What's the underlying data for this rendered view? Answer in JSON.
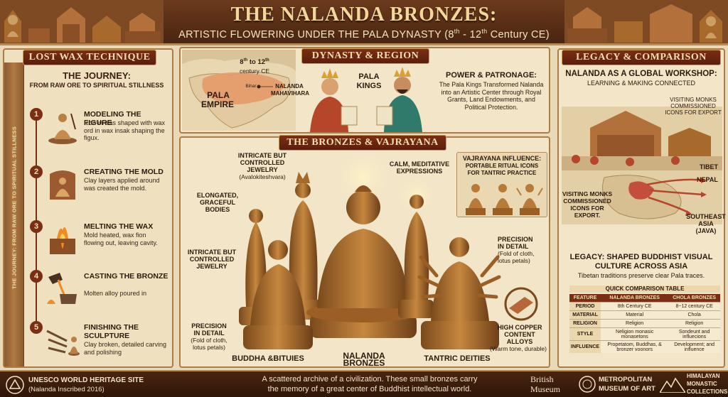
{
  "header": {
    "title": "THE NALANDA BRONZES:",
    "subtitle_main": "ARTISTIC FLOWERING UNDER THE PALA DYNASTY (8",
    "subtitle_sup1": "th",
    "subtitle_mid": " - 12",
    "subtitle_sup2": "th",
    "subtitle_end": " Century CE)"
  },
  "left": {
    "banner": "LOST WAX TECHNIQUE",
    "journey_title": "THE JOURNEY:",
    "journey_sub": "FROM RAW ORE TO SPIRITUAL STILLNESS",
    "pillar_text": "THE JOURNEY: FROM RAW ORE TO SPIRITUAL STILLNESS",
    "steps": [
      {
        "num": "1",
        "title": "MODELING THE FIGURE",
        "desc": "Icon in was shaped with wax ord in wax insak shaping the figux."
      },
      {
        "num": "2",
        "title": "CREATING THE MOLD",
        "desc": "Clay layers applied around was created the mold."
      },
      {
        "num": "3",
        "title": "MELTING THE WAX",
        "desc": "Mold heated, wax fion flowing out, leaving cavity."
      },
      {
        "num": "4",
        "title": "CASTING THE BRONZE",
        "desc": "Molten alloy poured in"
      },
      {
        "num": "5",
        "title": "FINISHING THE SCULPTURE",
        "desc": "Clay broken, detailed carving and polishing"
      }
    ]
  },
  "dynasty": {
    "banner": "DYNASTY & REGION",
    "era": "8th to 12th century CE",
    "era_line1": "8",
    "era_sup1": "th",
    "era_to": " to 12",
    "era_sup2": "th",
    "era_line2": "century CE",
    "map_label_bihar": "Bihar",
    "map_label_pala": "PALA",
    "map_label_empire": "EMPIRE",
    "map_label_nalanda1": "NALANDA",
    "map_label_nalanda2": "MAHAVIHARA",
    "kings_1": "PALA",
    "kings_2": "KINGS",
    "power_title": "POWER & PATRONAGE:",
    "power_desc": "The Pala Kings Transformed Nalanda into an Artistic Center through Royal Grants, Land Endowments, and Political Protection."
  },
  "bronzes": {
    "banner": "THE BRONZES & VAJRAYANA",
    "vaj_title1": "VAJRAYANA INFLUENCE:",
    "vaj_title2": "PORTABLE RITUAL ICONS",
    "vaj_title3": "FOR TANTRIC PRACTICE",
    "calm": "CALM, MEDITATIVE EXPRESSIONS",
    "jewel1_a": "INTRICATE BUT",
    "jewel1_b": "CONTROLLED",
    "jewel1_c": "JEWELRY",
    "jewel1_d": "(Avalokiteshvara)",
    "elong_a": "ELONGATED,",
    "elong_b": "GRACEFUL",
    "elong_c": "BODIES",
    "jewel2_a": "INTRICATE BUT",
    "jewel2_b": "CONTROLLED",
    "jewel2_c": "JEWELRY",
    "prec1_a": "PRECISION",
    "prec1_b": "IN DETAIL",
    "prec1_c": "(Fold of cloth,",
    "prec1_d": "lotus petals)",
    "prec2_a": "PRECISION",
    "prec2_b": "IN DETAIL",
    "prec2_c": "(Fold of cloth,",
    "prec2_d": "lotus petals)",
    "copper_a": "HIGH COPPER",
    "copper_b": "CONTENT",
    "copper_c": "ALLOYS",
    "copper_d": "(Warm tone, durable)",
    "cap_buddha": "BUDDHA &BITUIES",
    "cap_nalanda": "NALANDA BRONZES",
    "cap_tantric": "TANTRIC DEITIES"
  },
  "right": {
    "banner": "LEGACY & COMPARISON",
    "title1": "NALANDA AS A GLOBAL WORKSHOP:",
    "title2": "LEARNING & MAKING CONNECTED",
    "visit1_a": "VISITING MONKS",
    "visit1_b": "COMMISSIONED",
    "visit1_c": "ICONS FOR EXPORT",
    "visit2_a": "VISITING MONKS",
    "visit2_b": "COMMISSIONED",
    "visit2_c": "ICONS FOR",
    "visit2_d": "EXPORT.",
    "dest_tibet": "TIBET",
    "dest_nepal": "NEPAL",
    "dest_sea1": "SOUTHEAST",
    "dest_sea2": "ASIA",
    "dest_sea3": "(JAVA)",
    "legacy1": "LEGACY: SHAPED BUDDHIST VISUAL",
    "legacy2": "CULTURE ACROSS ASIA",
    "legacy_sub": "Tibetan traditions preserve clear Pala traces.",
    "table_title": "QUICK COMPARISON TABLE",
    "table_headers": [
      "FEATURE",
      "NALANDA BRONZES",
      "CHOLA BRONZES"
    ],
    "table_rows": [
      [
        "PERIOD",
        "8th Century CE",
        "8~12 century CE"
      ],
      [
        "MATERIAL",
        "Material",
        "Chola"
      ],
      [
        "RELIGION",
        "Religion",
        "Religion"
      ],
      [
        "STYLE",
        "Neligion monasic monasetons",
        "Sondeunt and influecions"
      ],
      [
        "INFLUENCE",
        "Propetatom, Buddhas, & bronzer voonors",
        "Development; and influence"
      ]
    ]
  },
  "footer": {
    "unesco1": "UNESCO WORLD HERITAGE SITE",
    "unesco2": "(Nalanda Inscribed 2016)",
    "quote1": "A scattered archive of a civilization. These small bronzes carry",
    "quote2": "the memory of a great center of Buddhist intellectual world.",
    "bm1": "British",
    "bm2": "Museum",
    "met1": "METROPOLITAN",
    "met2": "MUSEUM OF ART",
    "hm1": "HIMALAYAN",
    "hm2": "MONASTIC",
    "hm3": "COLLECTIONS"
  },
  "colors": {
    "accent": "#7a2e14",
    "bronze": "#a8692c",
    "gold": "#f3d69a",
    "parchment": "#f3e6c8"
  }
}
